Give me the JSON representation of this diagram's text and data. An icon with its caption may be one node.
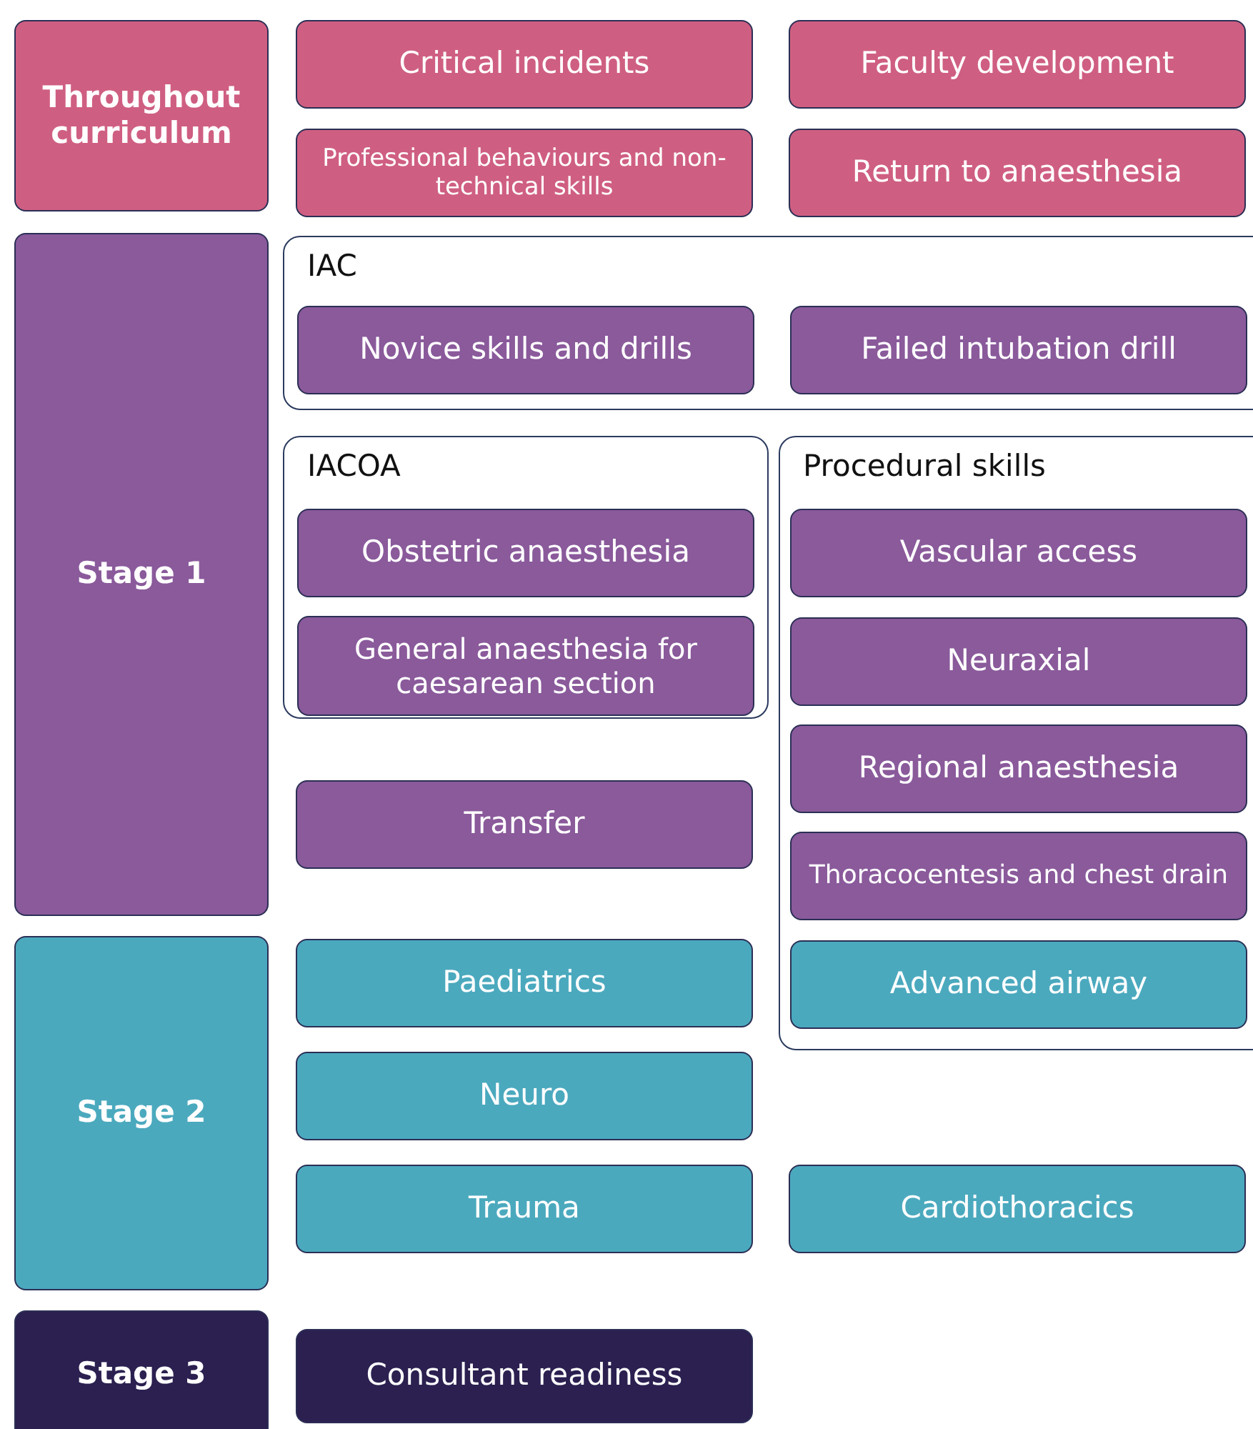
{
  "diagram": {
    "nodes": [
      {
        "text": [
          "Throughout curriculum"
        ]
      },
      {
        "text": [
          "Critical incidents"
        ]
      },
      {
        "text": [
          "Faculty development"
        ]
      },
      {
        "text": [
          "Professional behaviours and non-technical skills"
        ]
      },
      {
        "text": [
          "Return to anaesthesia"
        ]
      },
      {
        "text": [
          "Stage 1"
        ]
      },
      {
        "text": [
          "IAC"
        ]
      },
      {
        "text": [
          "Novice skills and drills"
        ],
        "in": 6
      },
      {
        "text": [
          "Failed intubation drill"
        ],
        "in": 6
      },
      {
        "text": [
          "IACOA"
        ]
      },
      {
        "text": [
          "Obstetric anaesthesia"
        ],
        "in": 9
      },
      {
        "text": [
          "General anaesthesia for caesarean section"
        ],
        "in": 9
      },
      {
        "text": [
          "Procedural skills"
        ]
      },
      {
        "text": [
          "Vascular access"
        ],
        "in": 12
      },
      {
        "text": [
          "Neuraxial"
        ],
        "in": 12
      },
      {
        "text": [
          "Regional anaesthesia"
        ],
        "in": 12
      },
      {
        "text": [
          "Thoracocentesis and chest drain"
        ],
        "in": 12
      },
      {
        "text": [
          "Transfer"
        ]
      },
      {
        "text": [
          "Stage 2"
        ]
      },
      {
        "text": [
          "Paediatrics"
        ]
      },
      {
        "text": [
          "Advanced airway"
        ],
        "in": 12
      },
      {
        "text": [
          "Neuro"
        ]
      },
      {
        "text": [
          "Trauma"
        ]
      },
      {
        "text": [
          "Cardiothoracics"
        ]
      },
      {
        "text": [
          "Stage 3"
        ]
      },
      {
        "text": [
          "Consultant readiness"
        ]
      }
    ]
  }
}
